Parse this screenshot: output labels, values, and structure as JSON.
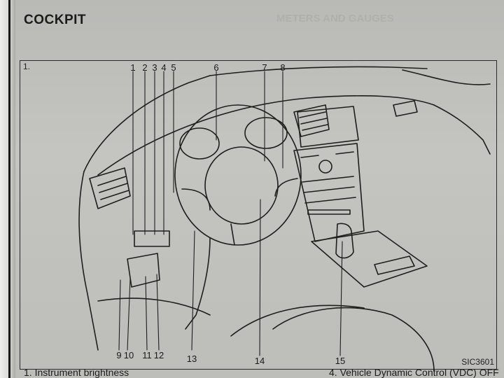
{
  "page": {
    "title": "COCKPIT",
    "figure_ref": "1.",
    "image_code": "SIC3601",
    "footer_left": "1. Instrument brightness",
    "footer_right": "4. Vehicle Dynamic Control (VDC) OFF",
    "ghost_heading": "METERS AND GAUGES"
  },
  "callouts": [
    "1",
    "2",
    "3",
    "4",
    "5",
    "6",
    "7",
    "8",
    "9",
    "10",
    "11",
    "12",
    "13",
    "14",
    "15"
  ]
}
